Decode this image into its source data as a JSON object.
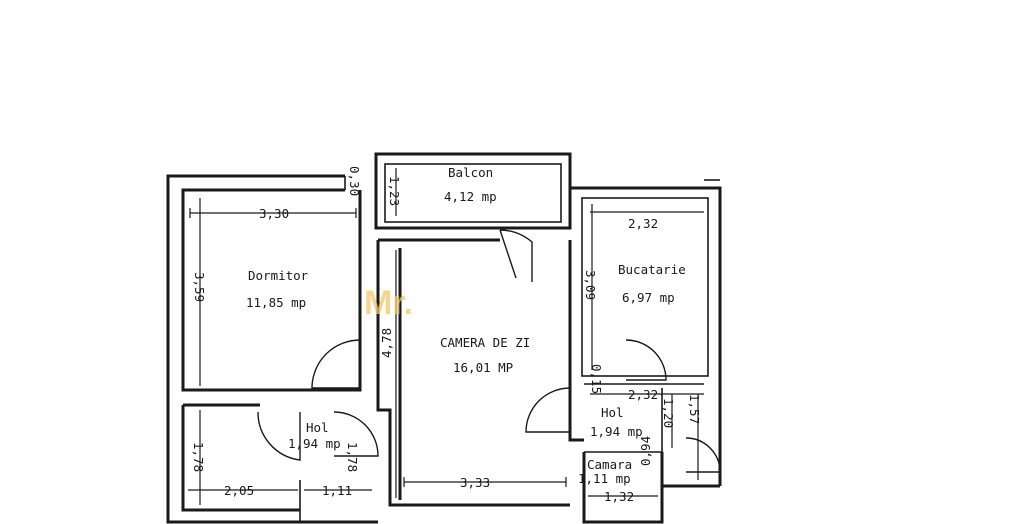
{
  "rooms": {
    "balcon": {
      "name": "Balcon",
      "area": "4,12 mp"
    },
    "dormitor": {
      "name": "Dormitor",
      "area": "11,85 mp"
    },
    "camera": {
      "name": "CAMERA DE ZI",
      "area": "16,01 MP"
    },
    "bucatarie": {
      "name": "Bucatarie",
      "area": "6,97 mp"
    },
    "hol_left": {
      "name": "Hol",
      "area": "1,94 mp"
    },
    "hol_right": {
      "name": "Hol",
      "area": "1,94 mp"
    },
    "camara": {
      "name": "Camara",
      "area": "1,11 mp"
    }
  },
  "dims": {
    "d030": "0,30",
    "d123": "1,23",
    "d330": "3,30",
    "d359": "3,59",
    "d478": "4,78",
    "d232_top": "2,32",
    "d309": "3,09",
    "d015": "0,15",
    "d232_mid": "2,32",
    "d120": "1,20",
    "d157": "1,57",
    "d178_left": "1,78",
    "d178_mid": "1,78",
    "d205": "2,05",
    "d111": "1,11",
    "d333": "3,33",
    "d094": "0,94",
    "d132": "1,32"
  },
  "watermark": "Mr."
}
